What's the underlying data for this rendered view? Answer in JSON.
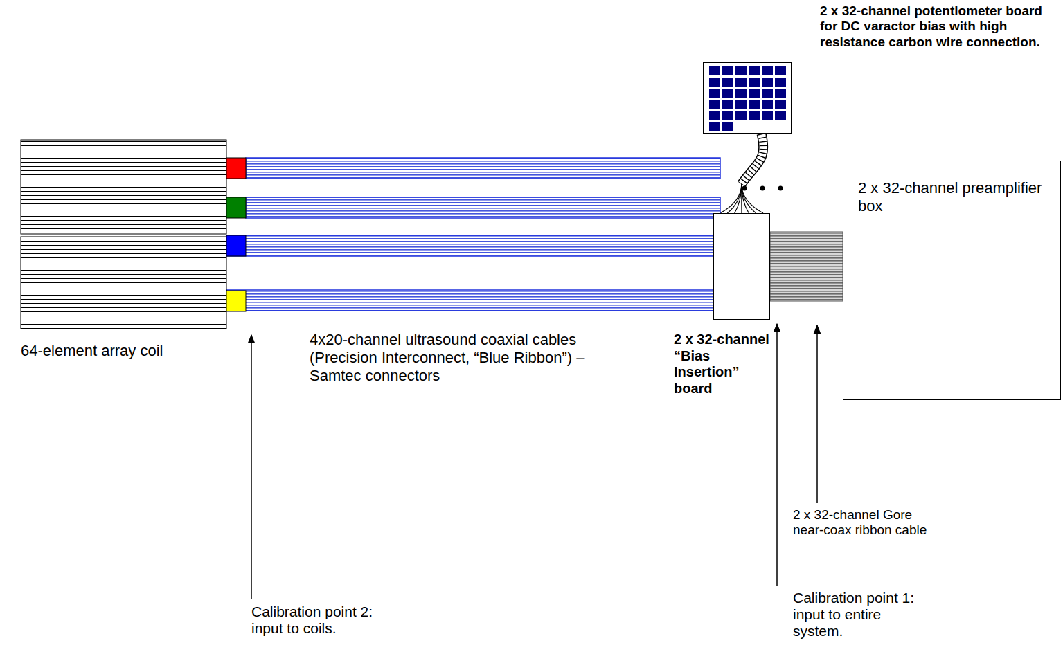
{
  "diagram": {
    "nodes": [
      {
        "text": [
          "2 x 32-channel potentiometer board for DC varactor bias with high resistance carbon wire connection."
        ]
      },
      {
        "text": [
          "64-element array coil"
        ]
      },
      {
        "text": [
          "2 x 32-channel “Bias Insertion” board"
        ]
      },
      {
        "text": [
          "2 x 32-channel preamplifier box"
        ]
      }
    ],
    "edges": [
      {
        "from": 1,
        "to": 2,
        "arrow": "none"
      },
      {
        "from": 2,
        "to": 3,
        "arrow": "none"
      },
      {
        "from": 0,
        "to": 2,
        "arrow": "none"
      }
    ],
    "labels": [
      "4x20-channel ultrasound coaxial cables (Precision Interconnect, “Blue Ribbon”) – Samtec connectors",
      "2 x 32-channel Gore near-coax ribbon cable",
      "Calibration point 2: input to coils.",
      "Calibration point 1: input to entire system."
    ]
  }
}
